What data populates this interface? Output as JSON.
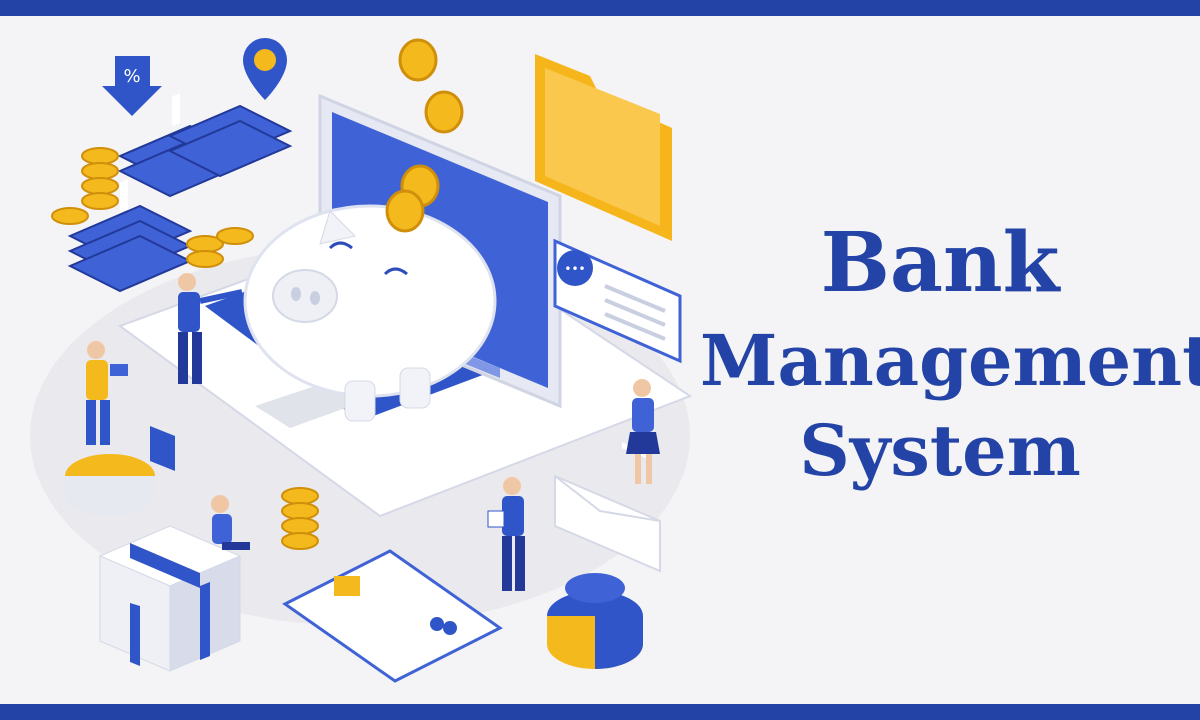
{
  "title": {
    "line1": "Bank",
    "line2": "Management",
    "line3": "System"
  },
  "illustration": {
    "laptop_screen_percent_icon": "%",
    "speech_bubble_dots": "•••"
  },
  "colors": {
    "brand_blue": "#2343a6",
    "accent_blue": "#3f63d6",
    "coin_gold": "#f4b91c",
    "folder_yellow": "#f6b51b",
    "background": "#f4f4f6"
  },
  "icons": [
    "laptop-icon",
    "piggy-bank-icon",
    "coin-icon",
    "money-stack-icon",
    "folder-icon",
    "credit-card-icon",
    "gift-box-icon",
    "pie-chart-icon",
    "envelope-icon",
    "location-pin-icon",
    "percent-arrow-icon",
    "chat-bubble-icon",
    "person-icon"
  ]
}
